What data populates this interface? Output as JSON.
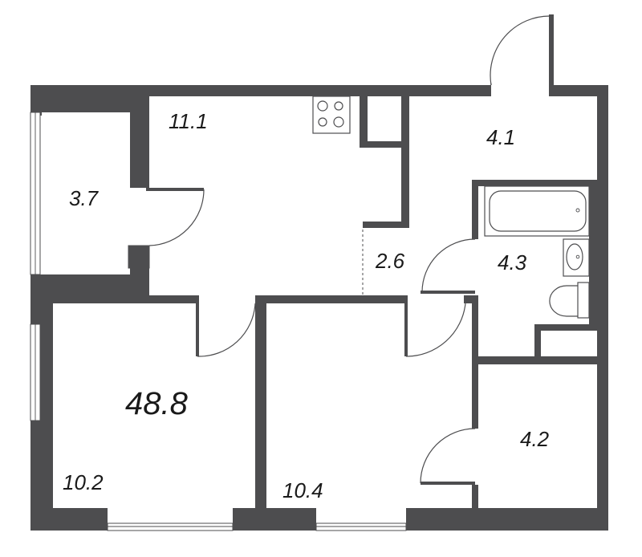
{
  "plan": {
    "total_area": "48.8",
    "rooms": [
      {
        "id": "kitchen",
        "area": "11.1"
      },
      {
        "id": "balcony",
        "area": "3.7"
      },
      {
        "id": "entrance-hall",
        "area": "4.1"
      },
      {
        "id": "corridor",
        "area": "2.6"
      },
      {
        "id": "bathroom",
        "area": "4.3"
      },
      {
        "id": "room-left",
        "area": "10.2"
      },
      {
        "id": "room-middle",
        "area": "10.4"
      },
      {
        "id": "storage",
        "area": "4.2"
      }
    ]
  }
}
